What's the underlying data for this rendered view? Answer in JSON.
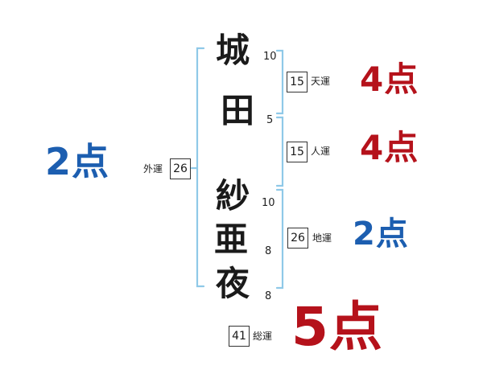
{
  "name_chars": [
    {
      "char": "城",
      "strokes": "10"
    },
    {
      "char": "田",
      "strokes": "5"
    },
    {
      "char": "紗",
      "strokes": "10"
    },
    {
      "char": "亜",
      "strokes": "8"
    },
    {
      "char": "夜",
      "strokes": "8"
    }
  ],
  "fortunes": {
    "ten": {
      "value": "15",
      "label": "天運",
      "score": "4点"
    },
    "jin": {
      "value": "15",
      "label": "人運",
      "score": "4点"
    },
    "chi": {
      "value": "26",
      "label": "地運",
      "score": "2点"
    },
    "gai": {
      "value": "26",
      "label": "外運",
      "score": "2点"
    },
    "sou": {
      "value": "41",
      "label": "総運",
      "score": "5点"
    }
  },
  "colors": {
    "score_red": "#b5121b",
    "score_blue": "#1c5eb0",
    "bracket_blue": "#8fc9e8",
    "box_border": "#333333"
  }
}
